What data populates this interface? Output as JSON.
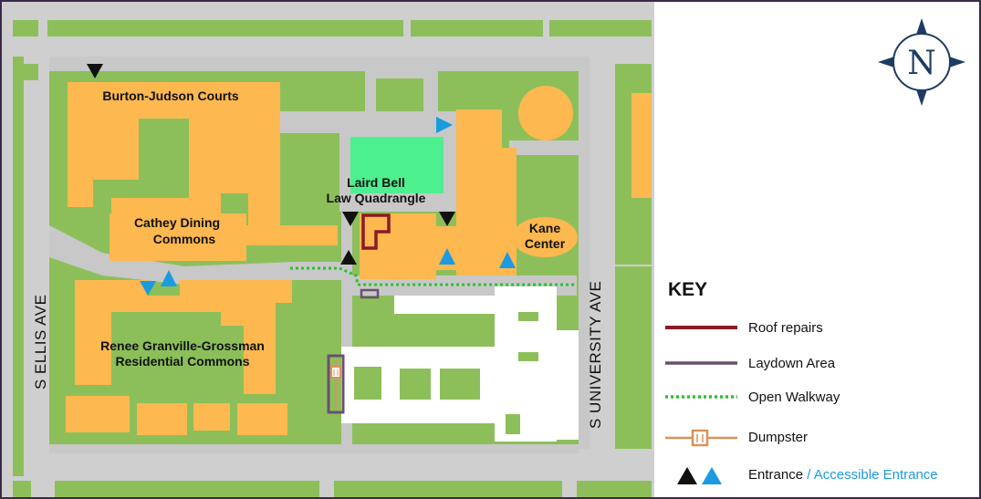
{
  "buildings": {
    "burton_judson": "Burton-Judson Courts",
    "cathey_line1": "Cathey Dining",
    "cathey_line2": "Commons",
    "laird_line1": "Laird Bell",
    "laird_line2": "Law Quadrangle",
    "kane_line1": "Kane",
    "kane_line2": "Center",
    "renee_line1": "Renee Granville-Grossman",
    "renee_line2": "Residential Commons"
  },
  "streets": {
    "ellis": "S ELLIS AVE",
    "university": "S UNIVERSITY AVE"
  },
  "compass": {
    "letter": "N"
  },
  "key": {
    "title": "KEY",
    "roof": "Roof repairs",
    "laydown": "Laydown Area",
    "walkway": "Open Walkway",
    "dumpster": "Dumpster",
    "entrance": "Entrance",
    "separator": " / ",
    "accessible": "Accessible Entrance"
  },
  "colors": {
    "lawn": "#8cbf5a",
    "building": "#fdb84f",
    "path": "#c8c8c8",
    "field": "#4df08f",
    "roof_repairs": "#8b1a28",
    "laydown": "#6b4f73",
    "walkway": "#2fbf2f",
    "dumpster": "#d7935a",
    "entrance": "#111111",
    "accessible_entrance": "#1a9be0",
    "frame": "#3a2a48",
    "compass": "#1d3b63"
  }
}
